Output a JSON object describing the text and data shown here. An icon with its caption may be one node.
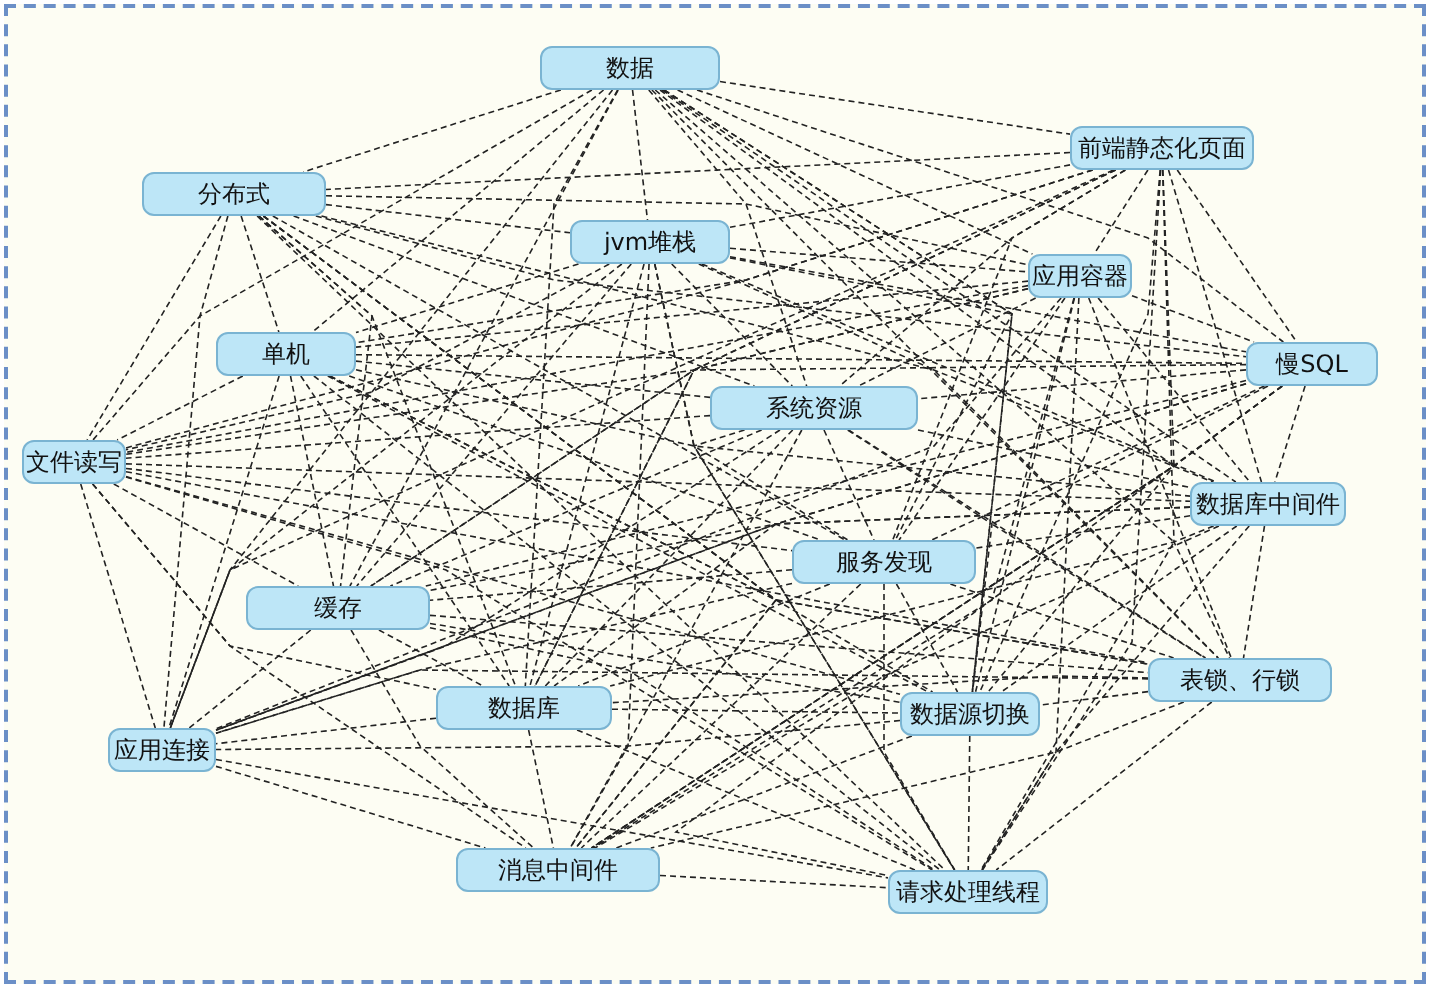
{
  "diagram": {
    "nodes": [
      {
        "text": [
          "数据"
        ]
      },
      {
        "text": [
          "前端静态化页面"
        ]
      },
      {
        "text": [
          "分布式"
        ]
      },
      {
        "text": [
          "jvm堆栈"
        ]
      },
      {
        "text": [
          "应用容器"
        ]
      },
      {
        "text": [
          "单机"
        ]
      },
      {
        "text": [
          "慢SQL"
        ]
      },
      {
        "text": [
          "系统资源"
        ]
      },
      {
        "text": [
          "文件读写"
        ]
      },
      {
        "text": [
          "数据库中间件"
        ]
      },
      {
        "text": [
          "服务发现"
        ]
      },
      {
        "text": [
          "缓存"
        ]
      },
      {
        "text": [
          "表锁、行锁"
        ]
      },
      {
        "text": [
          "数据库"
        ]
      },
      {
        "text": [
          "数据源切换"
        ]
      },
      {
        "text": [
          "应用连接"
        ]
      },
      {
        "text": [
          "消息中间件"
        ]
      },
      {
        "text": [
          "请求处理线程"
        ]
      }
    ],
    "edges": [
      {
        "from": 0,
        "to": 1,
        "arrow": "none"
      },
      {
        "from": 0,
        "to": 2,
        "arrow": "none"
      },
      {
        "from": 0,
        "to": 3,
        "arrow": "none"
      },
      {
        "from": 0,
        "to": 4,
        "arrow": "none"
      },
      {
        "from": 0,
        "to": 5,
        "arrow": "none"
      },
      {
        "from": 0,
        "to": 6,
        "arrow": "none"
      },
      {
        "from": 0,
        "to": 7,
        "arrow": "none"
      },
      {
        "from": 0,
        "to": 8,
        "arrow": "none"
      },
      {
        "from": 0,
        "to": 9,
        "arrow": "none"
      },
      {
        "from": 0,
        "to": 10,
        "arrow": "none"
      },
      {
        "from": 0,
        "to": 11,
        "arrow": "none"
      },
      {
        "from": 0,
        "to": 12,
        "arrow": "none"
      },
      {
        "from": 0,
        "to": 13,
        "arrow": "none"
      },
      {
        "from": 0,
        "to": 14,
        "arrow": "none"
      },
      {
        "from": 0,
        "to": 15,
        "arrow": "none"
      },
      {
        "from": 0,
        "to": 16,
        "arrow": "none"
      },
      {
        "from": 0,
        "to": 17,
        "arrow": "none"
      },
      {
        "from": 1,
        "to": 2,
        "arrow": "none"
      },
      {
        "from": 1,
        "to": 3,
        "arrow": "none"
      },
      {
        "from": 1,
        "to": 4,
        "arrow": "none"
      },
      {
        "from": 1,
        "to": 5,
        "arrow": "none"
      },
      {
        "from": 1,
        "to": 6,
        "arrow": "none"
      },
      {
        "from": 1,
        "to": 7,
        "arrow": "none"
      },
      {
        "from": 1,
        "to": 8,
        "arrow": "none"
      },
      {
        "from": 1,
        "to": 9,
        "arrow": "none"
      },
      {
        "from": 1,
        "to": 10,
        "arrow": "none"
      },
      {
        "from": 1,
        "to": 11,
        "arrow": "none"
      },
      {
        "from": 1,
        "to": 12,
        "arrow": "none"
      },
      {
        "from": 1,
        "to": 13,
        "arrow": "none"
      },
      {
        "from": 1,
        "to": 14,
        "arrow": "none"
      },
      {
        "from": 1,
        "to": 15,
        "arrow": "none"
      },
      {
        "from": 1,
        "to": 16,
        "arrow": "none"
      },
      {
        "from": 1,
        "to": 17,
        "arrow": "none"
      },
      {
        "from": 2,
        "to": 3,
        "arrow": "none"
      },
      {
        "from": 2,
        "to": 4,
        "arrow": "none"
      },
      {
        "from": 2,
        "to": 5,
        "arrow": "none"
      },
      {
        "from": 2,
        "to": 6,
        "arrow": "none"
      },
      {
        "from": 2,
        "to": 7,
        "arrow": "none"
      },
      {
        "from": 2,
        "to": 8,
        "arrow": "none"
      },
      {
        "from": 2,
        "to": 9,
        "arrow": "none"
      },
      {
        "from": 2,
        "to": 10,
        "arrow": "none"
      },
      {
        "from": 2,
        "to": 11,
        "arrow": "none"
      },
      {
        "from": 2,
        "to": 12,
        "arrow": "none"
      },
      {
        "from": 2,
        "to": 13,
        "arrow": "none"
      },
      {
        "from": 2,
        "to": 14,
        "arrow": "none"
      },
      {
        "from": 2,
        "to": 15,
        "arrow": "none"
      },
      {
        "from": 2,
        "to": 16,
        "arrow": "none"
      },
      {
        "from": 2,
        "to": 17,
        "arrow": "none"
      },
      {
        "from": 3,
        "to": 4,
        "arrow": "none"
      },
      {
        "from": 3,
        "to": 5,
        "arrow": "none"
      },
      {
        "from": 3,
        "to": 6,
        "arrow": "none"
      },
      {
        "from": 3,
        "to": 7,
        "arrow": "none"
      },
      {
        "from": 3,
        "to": 8,
        "arrow": "none"
      },
      {
        "from": 3,
        "to": 9,
        "arrow": "none"
      },
      {
        "from": 3,
        "to": 10,
        "arrow": "none"
      },
      {
        "from": 3,
        "to": 11,
        "arrow": "none"
      },
      {
        "from": 3,
        "to": 12,
        "arrow": "none"
      },
      {
        "from": 3,
        "to": 13,
        "arrow": "none"
      },
      {
        "from": 3,
        "to": 14,
        "arrow": "none"
      },
      {
        "from": 3,
        "to": 15,
        "arrow": "none"
      },
      {
        "from": 3,
        "to": 16,
        "arrow": "none"
      },
      {
        "from": 3,
        "to": 17,
        "arrow": "none"
      },
      {
        "from": 4,
        "to": 5,
        "arrow": "none"
      },
      {
        "from": 4,
        "to": 6,
        "arrow": "none"
      },
      {
        "from": 4,
        "to": 7,
        "arrow": "none"
      },
      {
        "from": 4,
        "to": 8,
        "arrow": "none"
      },
      {
        "from": 4,
        "to": 9,
        "arrow": "none"
      },
      {
        "from": 4,
        "to": 10,
        "arrow": "none"
      },
      {
        "from": 4,
        "to": 11,
        "arrow": "none"
      },
      {
        "from": 4,
        "to": 12,
        "arrow": "none"
      },
      {
        "from": 4,
        "to": 13,
        "arrow": "none"
      },
      {
        "from": 4,
        "to": 14,
        "arrow": "none"
      },
      {
        "from": 4,
        "to": 15,
        "arrow": "none"
      },
      {
        "from": 4,
        "to": 16,
        "arrow": "none"
      },
      {
        "from": 4,
        "to": 17,
        "arrow": "none"
      },
      {
        "from": 5,
        "to": 6,
        "arrow": "none"
      },
      {
        "from": 5,
        "to": 7,
        "arrow": "none"
      },
      {
        "from": 5,
        "to": 8,
        "arrow": "none"
      },
      {
        "from": 5,
        "to": 9,
        "arrow": "none"
      },
      {
        "from": 5,
        "to": 10,
        "arrow": "none"
      },
      {
        "from": 5,
        "to": 11,
        "arrow": "none"
      },
      {
        "from": 5,
        "to": 12,
        "arrow": "none"
      },
      {
        "from": 5,
        "to": 13,
        "arrow": "none"
      },
      {
        "from": 5,
        "to": 14,
        "arrow": "none"
      },
      {
        "from": 5,
        "to": 15,
        "arrow": "none"
      },
      {
        "from": 5,
        "to": 16,
        "arrow": "none"
      },
      {
        "from": 5,
        "to": 17,
        "arrow": "none"
      },
      {
        "from": 6,
        "to": 7,
        "arrow": "none"
      },
      {
        "from": 6,
        "to": 8,
        "arrow": "none"
      },
      {
        "from": 6,
        "to": 9,
        "arrow": "none"
      },
      {
        "from": 6,
        "to": 10,
        "arrow": "none"
      },
      {
        "from": 6,
        "to": 11,
        "arrow": "none"
      },
      {
        "from": 6,
        "to": 12,
        "arrow": "none"
      },
      {
        "from": 6,
        "to": 13,
        "arrow": "none"
      },
      {
        "from": 6,
        "to": 14,
        "arrow": "none"
      },
      {
        "from": 6,
        "to": 15,
        "arrow": "none"
      },
      {
        "from": 6,
        "to": 16,
        "arrow": "none"
      },
      {
        "from": 6,
        "to": 17,
        "arrow": "none"
      },
      {
        "from": 7,
        "to": 8,
        "arrow": "none"
      },
      {
        "from": 7,
        "to": 9,
        "arrow": "none"
      },
      {
        "from": 7,
        "to": 10,
        "arrow": "none"
      },
      {
        "from": 7,
        "to": 11,
        "arrow": "none"
      },
      {
        "from": 7,
        "to": 12,
        "arrow": "none"
      },
      {
        "from": 7,
        "to": 13,
        "arrow": "none"
      },
      {
        "from": 7,
        "to": 14,
        "arrow": "none"
      },
      {
        "from": 7,
        "to": 15,
        "arrow": "none"
      },
      {
        "from": 7,
        "to": 16,
        "arrow": "none"
      },
      {
        "from": 7,
        "to": 17,
        "arrow": "none"
      },
      {
        "from": 8,
        "to": 9,
        "arrow": "none"
      },
      {
        "from": 8,
        "to": 10,
        "arrow": "none"
      },
      {
        "from": 8,
        "to": 11,
        "arrow": "none"
      },
      {
        "from": 8,
        "to": 12,
        "arrow": "none"
      },
      {
        "from": 8,
        "to": 13,
        "arrow": "none"
      },
      {
        "from": 8,
        "to": 14,
        "arrow": "none"
      },
      {
        "from": 8,
        "to": 15,
        "arrow": "none"
      },
      {
        "from": 8,
        "to": 16,
        "arrow": "none"
      },
      {
        "from": 8,
        "to": 17,
        "arrow": "none"
      },
      {
        "from": 9,
        "to": 10,
        "arrow": "none"
      },
      {
        "from": 9,
        "to": 11,
        "arrow": "none"
      },
      {
        "from": 9,
        "to": 12,
        "arrow": "none"
      },
      {
        "from": 9,
        "to": 13,
        "arrow": "none"
      },
      {
        "from": 9,
        "to": 14,
        "arrow": "none"
      },
      {
        "from": 9,
        "to": 15,
        "arrow": "none"
      },
      {
        "from": 9,
        "to": 16,
        "arrow": "none"
      },
      {
        "from": 9,
        "to": 17,
        "arrow": "none"
      },
      {
        "from": 10,
        "to": 11,
        "arrow": "none"
      },
      {
        "from": 10,
        "to": 12,
        "arrow": "none"
      },
      {
        "from": 10,
        "to": 13,
        "arrow": "none"
      },
      {
        "from": 10,
        "to": 14,
        "arrow": "none"
      },
      {
        "from": 10,
        "to": 15,
        "arrow": "none"
      },
      {
        "from": 10,
        "to": 16,
        "arrow": "none"
      },
      {
        "from": 10,
        "to": 17,
        "arrow": "none"
      },
      {
        "from": 11,
        "to": 12,
        "arrow": "none"
      },
      {
        "from": 11,
        "to": 13,
        "arrow": "none"
      },
      {
        "from": 11,
        "to": 14,
        "arrow": "none"
      },
      {
        "from": 11,
        "to": 15,
        "arrow": "none"
      },
      {
        "from": 11,
        "to": 16,
        "arrow": "none"
      },
      {
        "from": 11,
        "to": 17,
        "arrow": "none"
      },
      {
        "from": 12,
        "to": 13,
        "arrow": "none"
      },
      {
        "from": 12,
        "to": 14,
        "arrow": "none"
      },
      {
        "from": 12,
        "to": 15,
        "arrow": "none"
      },
      {
        "from": 12,
        "to": 16,
        "arrow": "none"
      },
      {
        "from": 12,
        "to": 17,
        "arrow": "none"
      },
      {
        "from": 13,
        "to": 14,
        "arrow": "none"
      },
      {
        "from": 13,
        "to": 15,
        "arrow": "none"
      },
      {
        "from": 13,
        "to": 16,
        "arrow": "none"
      },
      {
        "from": 13,
        "to": 17,
        "arrow": "none"
      },
      {
        "from": 14,
        "to": 15,
        "arrow": "none"
      },
      {
        "from": 14,
        "to": 16,
        "arrow": "none"
      },
      {
        "from": 14,
        "to": 17,
        "arrow": "none"
      },
      {
        "from": 15,
        "to": 16,
        "arrow": "none"
      },
      {
        "from": 15,
        "to": 17,
        "arrow": "none"
      },
      {
        "from": 16,
        "to": 17,
        "arrow": "none"
      }
    ]
  }
}
